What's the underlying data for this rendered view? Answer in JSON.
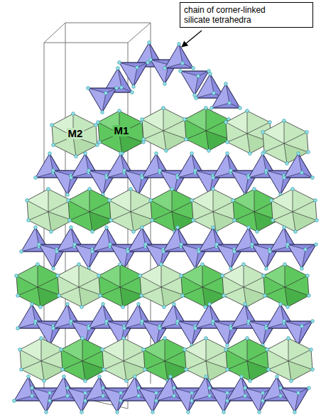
{
  "diagram": {
    "nodes": [
      {
        "text": [
          "chain of corner-linked silicate tetrahedra"
        ]
      }
    ],
    "labels": [
      "M2",
      "M1"
    ]
  }
}
